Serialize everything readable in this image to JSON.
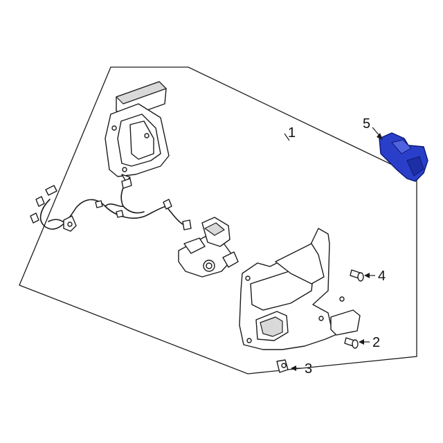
{
  "callouts": {
    "assembly": "1",
    "bolt_front": "2",
    "bolt_lower": "3",
    "bolt_upper": "4",
    "sensor": "5"
  },
  "colors": {
    "highlight_part": "#2a3fc9",
    "line": "#1a1a1a",
    "background": "#ffffff"
  }
}
